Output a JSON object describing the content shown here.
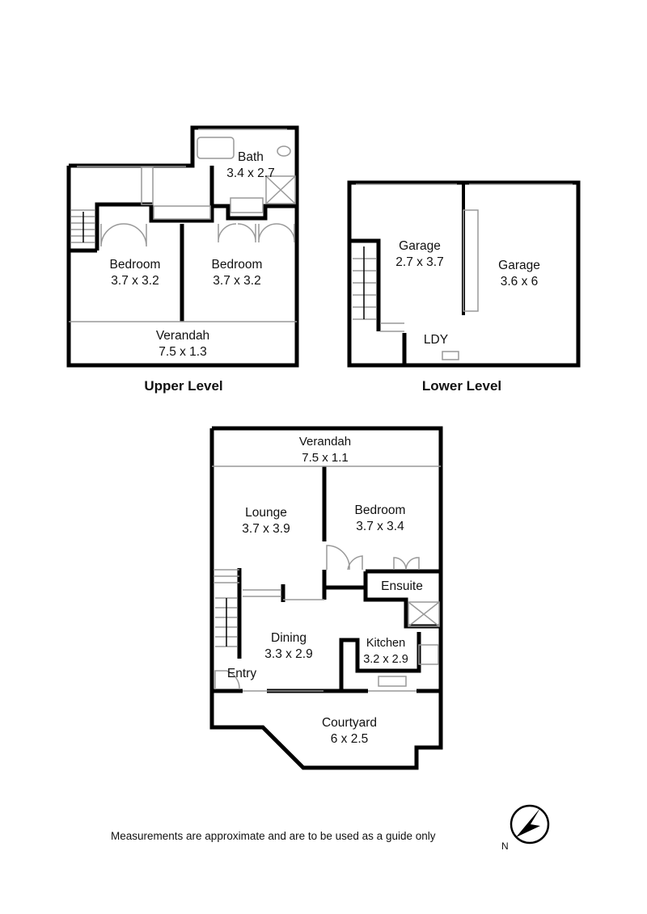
{
  "upper_level": {
    "title": "Upper Level",
    "rooms": [
      {
        "name": "Bath",
        "size": "3.4 x 2.7"
      },
      {
        "name": "Bedroom",
        "size": "3.7 x 3.2"
      },
      {
        "name": "Bedroom",
        "size": "3.7 x 3.2"
      },
      {
        "name": "Verandah",
        "size": "7.5 x 1.3"
      }
    ]
  },
  "lower_level": {
    "title": "Lower Level",
    "rooms": [
      {
        "name": "Garage",
        "size": "2.7 x 3.7"
      },
      {
        "name": "Garage",
        "size": "3.6 x 6"
      },
      {
        "name": "LDY",
        "size": ""
      }
    ]
  },
  "ground_level": {
    "rooms": [
      {
        "name": "Verandah",
        "size": "7.5 x 1.1"
      },
      {
        "name": "Lounge",
        "size": "3.7 x 3.9"
      },
      {
        "name": "Bedroom",
        "size": "3.7 x 3.4"
      },
      {
        "name": "Ensuite",
        "size": ""
      },
      {
        "name": "Dining",
        "size": "3.3 x 2.9"
      },
      {
        "name": "Kitchen",
        "size": "3.2 x 2.9"
      },
      {
        "name": "Entry",
        "size": ""
      },
      {
        "name": "Courtyard",
        "size": "6 x 2.5"
      }
    ]
  },
  "footer": {
    "disclaimer": "Measurements are approximate and are to be used as a guide only",
    "compass_label": "N"
  }
}
